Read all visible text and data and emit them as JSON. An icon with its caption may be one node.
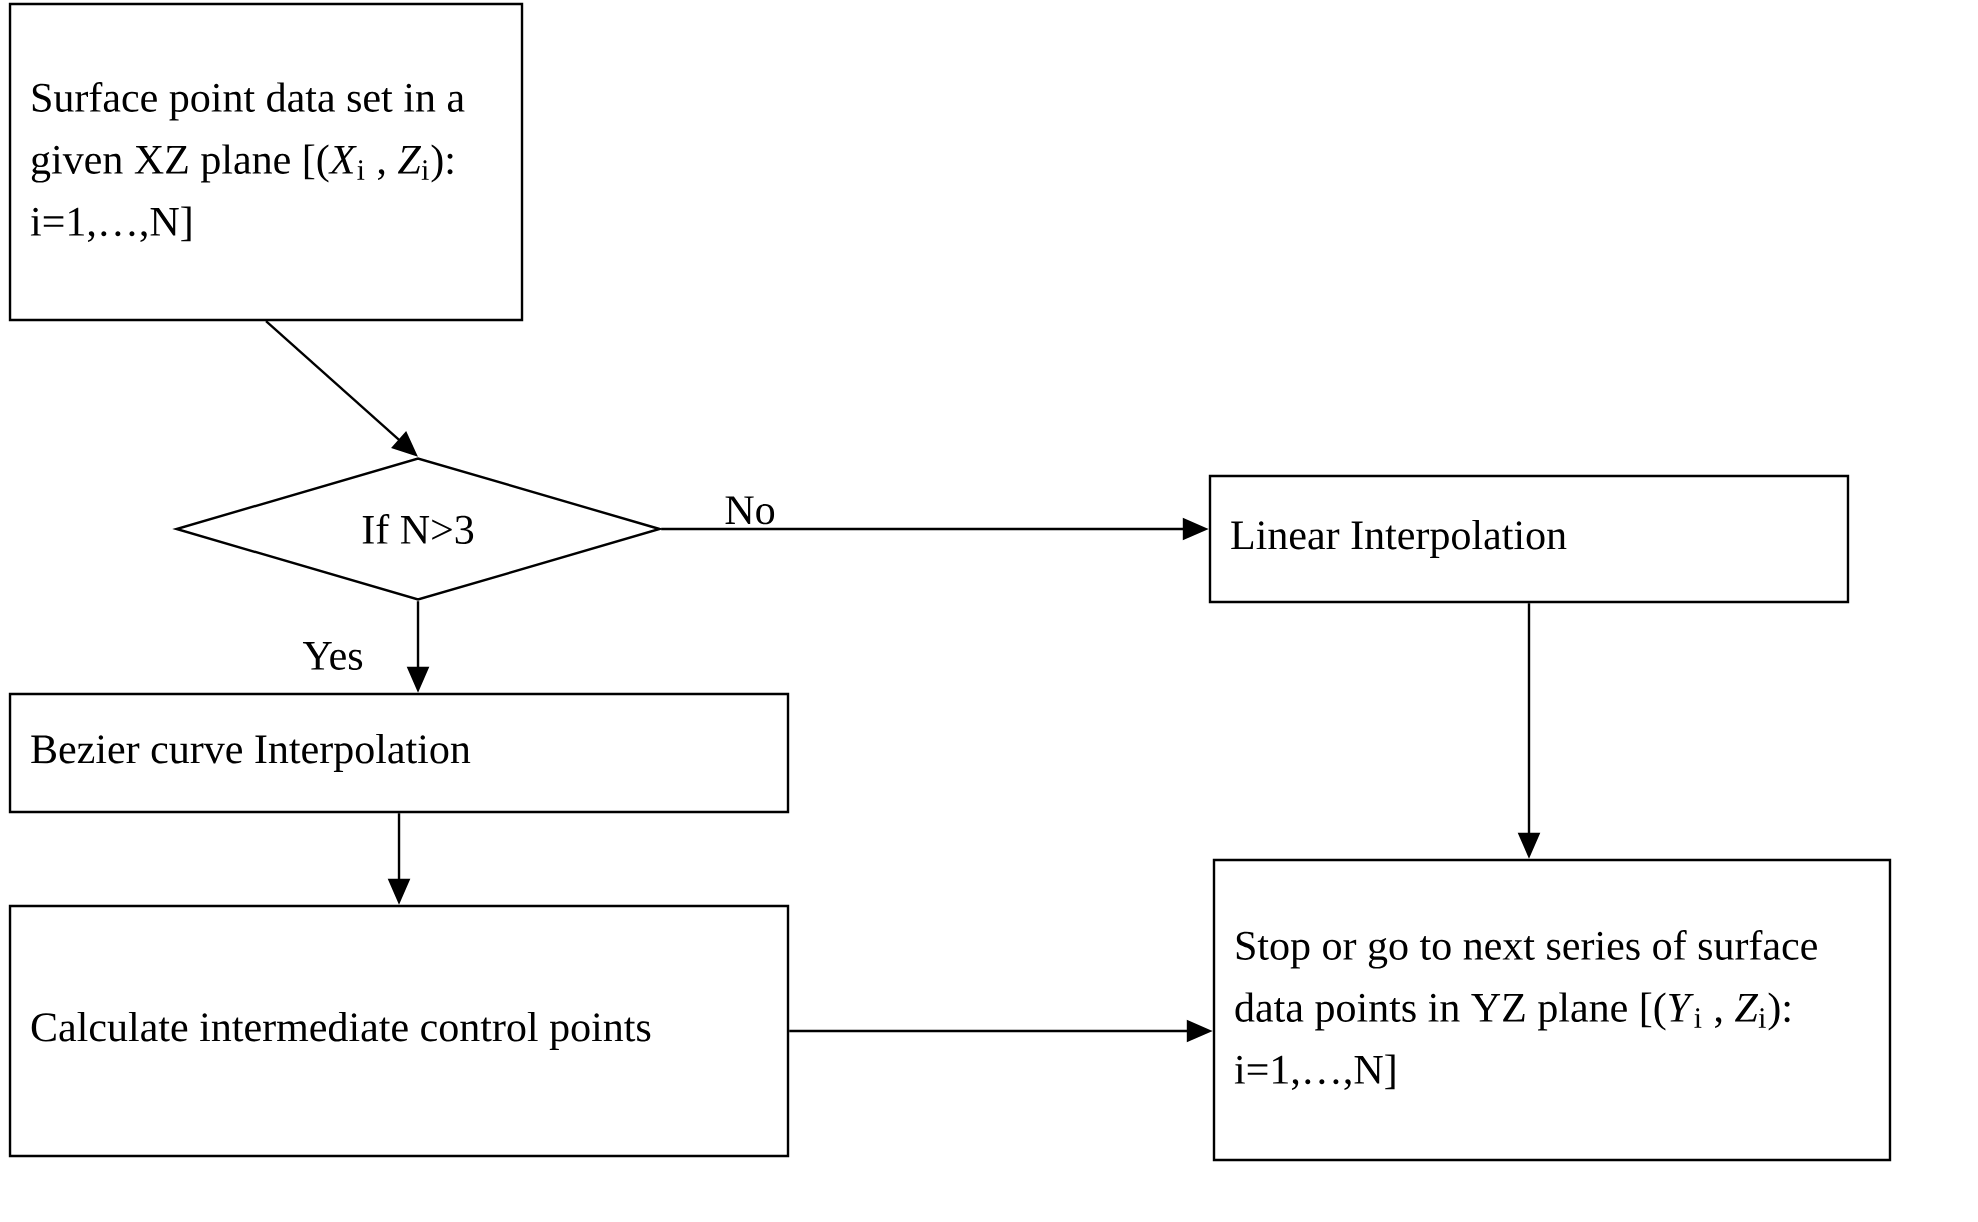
{
  "diagram": {
    "nodes": [
      {
        "text": [
          "Surface point data set in a given XZ plane [(*X*$_{i}$ , *Z*$_{i}$): i=1,…,N]"
        ]
      },
      {
        "text": [
          "If N>3"
        ]
      },
      {
        "text": [
          "Linear Interpolation"
        ]
      },
      {
        "text": [
          "Bezier curve Interpolation"
        ]
      },
      {
        "text": [
          "Calculate intermediate control points"
        ]
      },
      {
        "text": [
          "Stop or go to next series of surface data points in YZ plane [(*Y*$_{i}$ , *Z*$_{i}$): i=1,…,N]"
        ]
      }
    ],
    "edges": [
      {
        "from": 0,
        "to": 1,
        "arrow": "to"
      },
      {
        "from": 1,
        "to": 2,
        "arrow": "to",
        "label": "No"
      },
      {
        "from": 1,
        "to": 3,
        "arrow": "to",
        "label": "Yes"
      },
      {
        "from": 2,
        "to": 5,
        "arrow": "to"
      },
      {
        "from": 3,
        "to": 4,
        "arrow": "to"
      },
      {
        "from": 4,
        "to": 5,
        "arrow": "to"
      }
    ]
  }
}
